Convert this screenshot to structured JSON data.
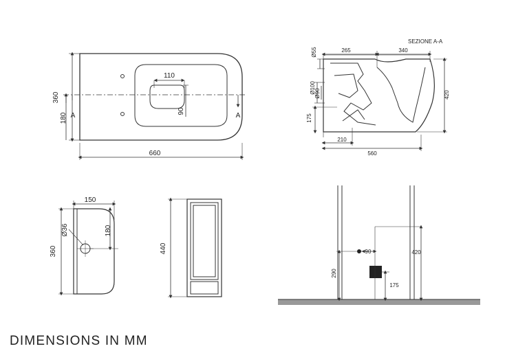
{
  "caption": "DIMENSIONS IN MM",
  "section_title": "SEZIONE A-A",
  "views": {
    "top_view": {
      "dims": {
        "length": "660",
        "width": "360",
        "half_width": "180",
        "seat_width": "110",
        "seat_depth": "90"
      },
      "section_marks": [
        "A",
        "A"
      ]
    },
    "section_view": {
      "dims": {
        "d1": "265",
        "d2": "340",
        "dia_inlet": "Ø55",
        "dia_outlet": "Ø100",
        "dia_inner": "Ø90",
        "height": "420",
        "outlet_height": "175",
        "base_depth": "210",
        "total_depth": "560"
      }
    },
    "rear_view": {
      "dims": {
        "top_width": "150",
        "hole_dia": "Ø36",
        "half_height": "180",
        "height": "360"
      }
    },
    "side_view": {
      "dims": {
        "height": "440"
      }
    },
    "installation_view": {
      "dims": {
        "fix_offset": "90",
        "total_height": "420",
        "fix_height": "290",
        "outlet_height": "175"
      }
    }
  }
}
